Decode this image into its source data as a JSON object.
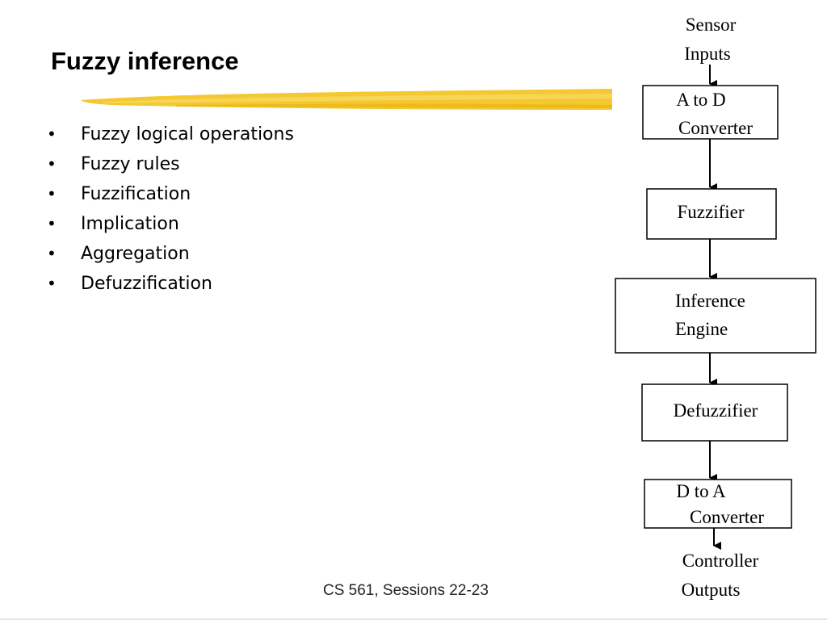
{
  "slide": {
    "title": "Fuzzy inference",
    "bullets": [
      "Fuzzy logical operations",
      "Fuzzy rules",
      "Fuzzification",
      "Implication",
      "Aggregation",
      "Defuzzification"
    ],
    "footer": "CS 561,  Sessions 22-23"
  },
  "diagram": {
    "input_line1": "Sensor",
    "input_line2": "Inputs",
    "block1_line1": "A to D",
    "block1_line2": "Converter",
    "block2": "Fuzzifier",
    "block3_line1": "Inference",
    "block3_line2": "Engine",
    "block4": "Defuzzifier",
    "block5_line1": "D to A",
    "block5_line2": "Converter",
    "output_line1": "Controller",
    "output_line2": "Outputs"
  },
  "colors": {
    "highlight": "#f3c21b",
    "footer_rule": "#e6e6e6"
  }
}
